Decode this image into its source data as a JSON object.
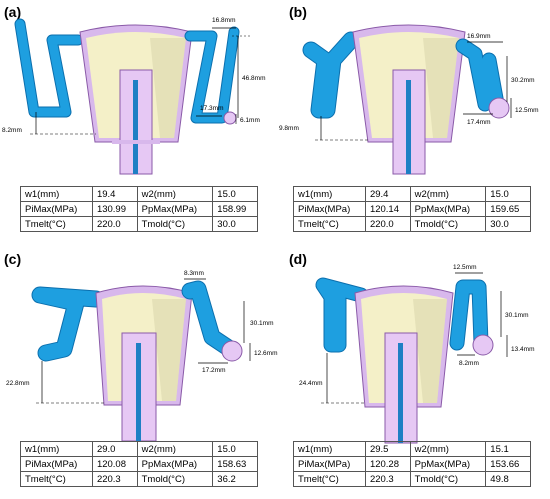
{
  "panels": [
    {
      "label": "(a)",
      "dims": [
        "16.8mm",
        "46.8mm",
        "17.3mm",
        "6.1mm",
        "8.2mm"
      ],
      "params": [
        [
          "w1(mm)",
          "19.4",
          "w2(mm)",
          "15.0"
        ],
        [
          "PiMax(MPa)",
          "130.99",
          "PpMax(MPa)",
          "158.99"
        ],
        [
          "Tmelt(°C)",
          "220.0",
          "Tmold(°C)",
          "30.0"
        ]
      ]
    },
    {
      "label": "(b)",
      "dims": [
        "16.9mm",
        "30.2mm",
        "12.5mm",
        "17.4mm",
        "9.8mm"
      ],
      "params": [
        [
          "w1(mm)",
          "29.4",
          "w2(mm)",
          "15.0"
        ],
        [
          "PiMax(MPa)",
          "120.14",
          "PpMax(MPa)",
          "159.65"
        ],
        [
          "Tmelt(°C)",
          "220.0",
          "Tmold(°C)",
          "30.0"
        ]
      ]
    },
    {
      "label": "(c)",
      "dims": [
        "8.3mm",
        "30.1mm",
        "12.6mm",
        "17.2mm",
        "22.8mm"
      ],
      "params": [
        [
          "w1(mm)",
          "29.0",
          "w2(mm)",
          "15.0"
        ],
        [
          "PiMax(MPa)",
          "120.08",
          "PpMax(MPa)",
          "158.63"
        ],
        [
          "Tmelt(°C)",
          "220.3",
          "Tmold(°C)",
          "36.2"
        ]
      ]
    },
    {
      "label": "(d)",
      "dims": [
        "12.5mm",
        "30.1mm",
        "13.4mm",
        "8.2mm",
        "24.4mm"
      ],
      "params": [
        [
          "w1(mm)",
          "29.5",
          "w2(mm)",
          "15.1"
        ],
        [
          "PiMax(MPa)",
          "120.28",
          "PpMax(MPa)",
          "153.66"
        ],
        [
          "Tmelt(°C)",
          "220.3",
          "Tmold(°C)",
          "49.8"
        ]
      ]
    }
  ],
  "colors": {
    "pipe": "#1e9fe0",
    "pipe_dark": "#0b6fae",
    "mold": "#f4f0c8",
    "mold_shade": "#c9c59a",
    "shell": "#d8b8ec",
    "shell_stroke": "#8a5aa8",
    "core": "#e6c8f4",
    "core_rod": "#1e7fc4"
  }
}
